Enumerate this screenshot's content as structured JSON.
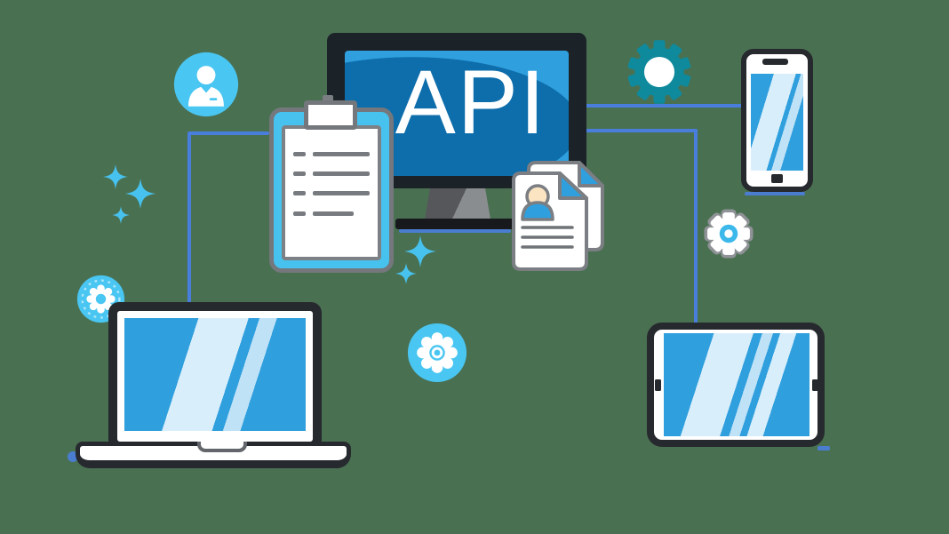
{
  "monitor": {
    "label": "API"
  },
  "colors": {
    "background": "#4a7052",
    "line-blue": "#4a7edd",
    "screen-blue": "#2f9fdd",
    "screen-dark": "#0e6dab",
    "stripe-light": "#d9eefb",
    "stripe-mid": "#bfe2f6",
    "cyan": "#47c2ee",
    "cyan-light": "#49c6f1",
    "teal": "#0e8a9c",
    "frame-dark": "#26292d",
    "monitor-frame": "#1b2329",
    "outline-gray": "#74787c",
    "paper-line": "#777b7f",
    "doc-stroke": "#7b7e82",
    "skin": "#fbe4c2",
    "stand-dark": "#55575a",
    "stand-light": "#8a8d90",
    "base-dark": "#17191d"
  },
  "icons": {
    "user-avatar-icon": "white person silhouette in light-blue circle",
    "teal-gear-icon": "teal gear with white center",
    "white-gear-icon": "gray-outlined gear with blue hub",
    "blue-gear-circle-icon": "white gear inside light-blue circle",
    "gear-badge-icon": "white gear in dashed light-blue ring",
    "sparkle-icon": "four-point blue star",
    "clipboard-icon": "cyan clipboard with checklist lines",
    "documents-icon": "stacked documents with profile photo and text lines"
  }
}
